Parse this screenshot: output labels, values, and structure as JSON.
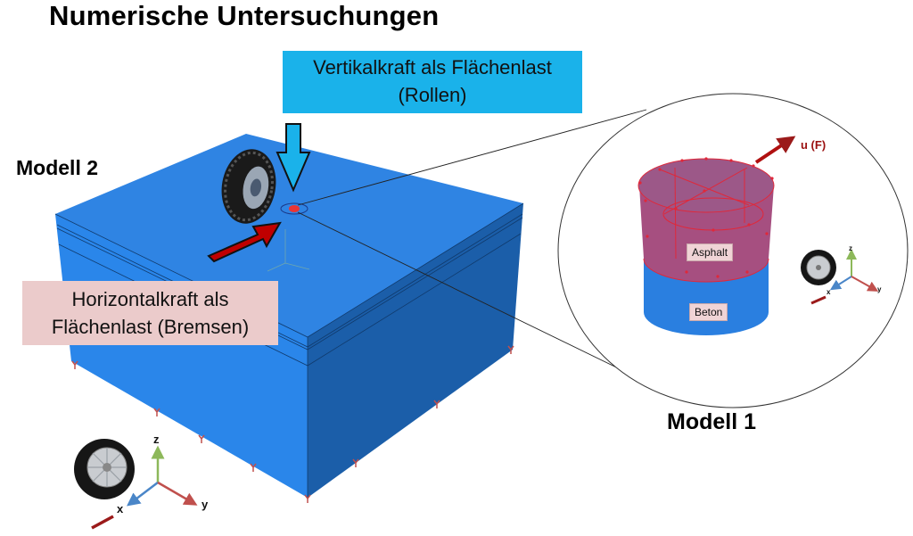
{
  "title": "Numerische Untersuchungen",
  "labels": {
    "vertical_load": [
      "Vertikalkraft als Flächenlast",
      "(Rollen)"
    ],
    "horizontal_load": [
      "Horizontalkraft als",
      "Flächenlast (Bremsen)"
    ],
    "model_2": "Modell 2",
    "model_1": "Modell 1",
    "asphalt": "Asphalt",
    "beton": "Beton",
    "displacement": "u (F)"
  },
  "axes_main": {
    "x": "x",
    "y": "y",
    "z": "z"
  },
  "axes_detail": {
    "x": "x",
    "y": "y",
    "z": "z"
  },
  "colors": {
    "vertical_box": "#1ab2ea",
    "horizontal_box": "#ebcbcb",
    "box_top": "#2f80e0",
    "box_left": "#2a7fe6",
    "box_right": "#1d5fae",
    "force_arrow_red": "#c00000",
    "force_arrow_blue": "#1ab2ea",
    "asphalt_layer": "#a0517e",
    "axis_x": "#4a86c8",
    "axis_y": "#c0504d",
    "axis_z": "#8db85a"
  }
}
